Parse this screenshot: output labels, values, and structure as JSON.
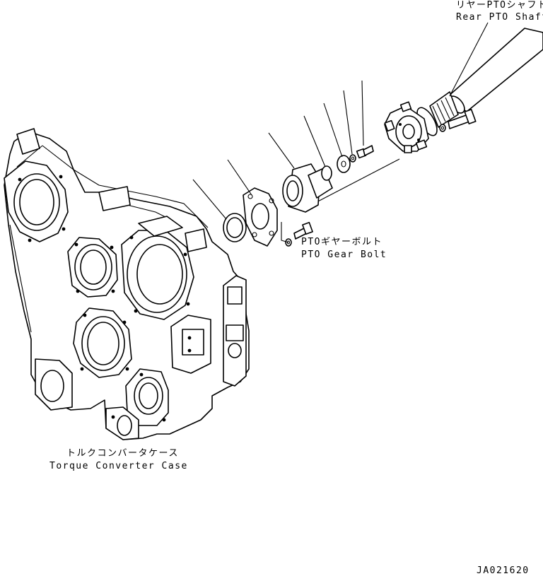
{
  "labels": {
    "rear_pto_shaft_jp": "リヤーPTOシャフト",
    "rear_pto_shaft_en": "Rear PTO Shaft",
    "pto_gear_bolt_jp": "PTOギヤーボルト",
    "pto_gear_bolt_en": "PTO Gear Bolt",
    "torque_converter_case_jp": "トルクコンバータケース",
    "torque_converter_case_en": "Torque Converter Case",
    "drawing_number": "JA021620"
  }
}
